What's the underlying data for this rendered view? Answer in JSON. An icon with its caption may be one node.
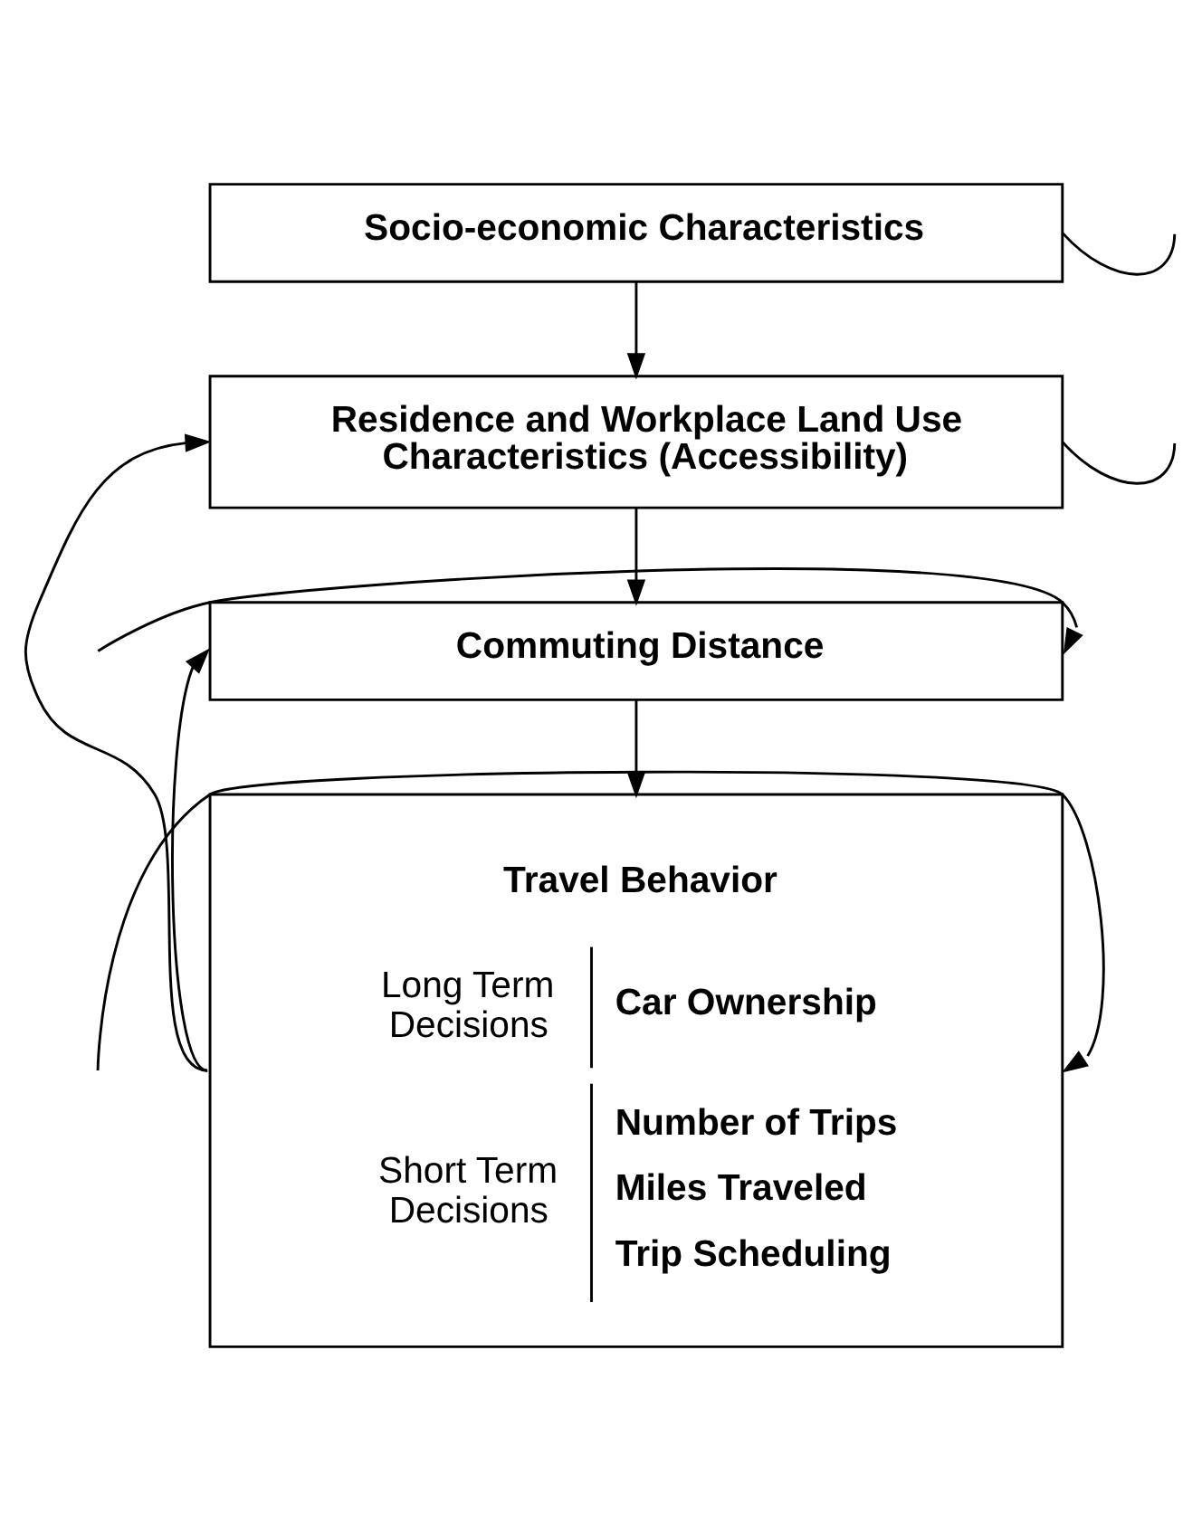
{
  "diagram": {
    "nodes": [
      {
        "text": [
          "Socio-economic Characteristics"
        ]
      },
      {
        "text": [
          "Residence and Workplace Land Use Characteristics (Accessibility)"
        ]
      },
      {
        "text": [
          "Commuting Distance"
        ]
      },
      {
        "text": [
          "Travel Behavior",
          "Long Term Decisions",
          "Car Ownership",
          "Short Term Decisions",
          "Number of Trips",
          "Miles Traveled",
          "Trip Scheduling"
        ]
      }
    ],
    "edges": [
      {
        "from": 0,
        "to": 1,
        "arrow": "to"
      },
      {
        "from": 1,
        "to": 2,
        "arrow": "to"
      },
      {
        "from": 2,
        "to": 3,
        "arrow": "to"
      },
      {
        "from": 3,
        "to": 1,
        "arrow": "to"
      },
      {
        "from": 3,
        "to": 2,
        "arrow": "to"
      },
      {
        "from": 0,
        "to": null,
        "arrow": "none"
      },
      {
        "from": 1,
        "to": null,
        "arrow": "none"
      },
      {
        "from": null,
        "to": 2,
        "arrow": "to"
      },
      {
        "from": null,
        "to": 3,
        "arrow": "to"
      }
    ]
  }
}
